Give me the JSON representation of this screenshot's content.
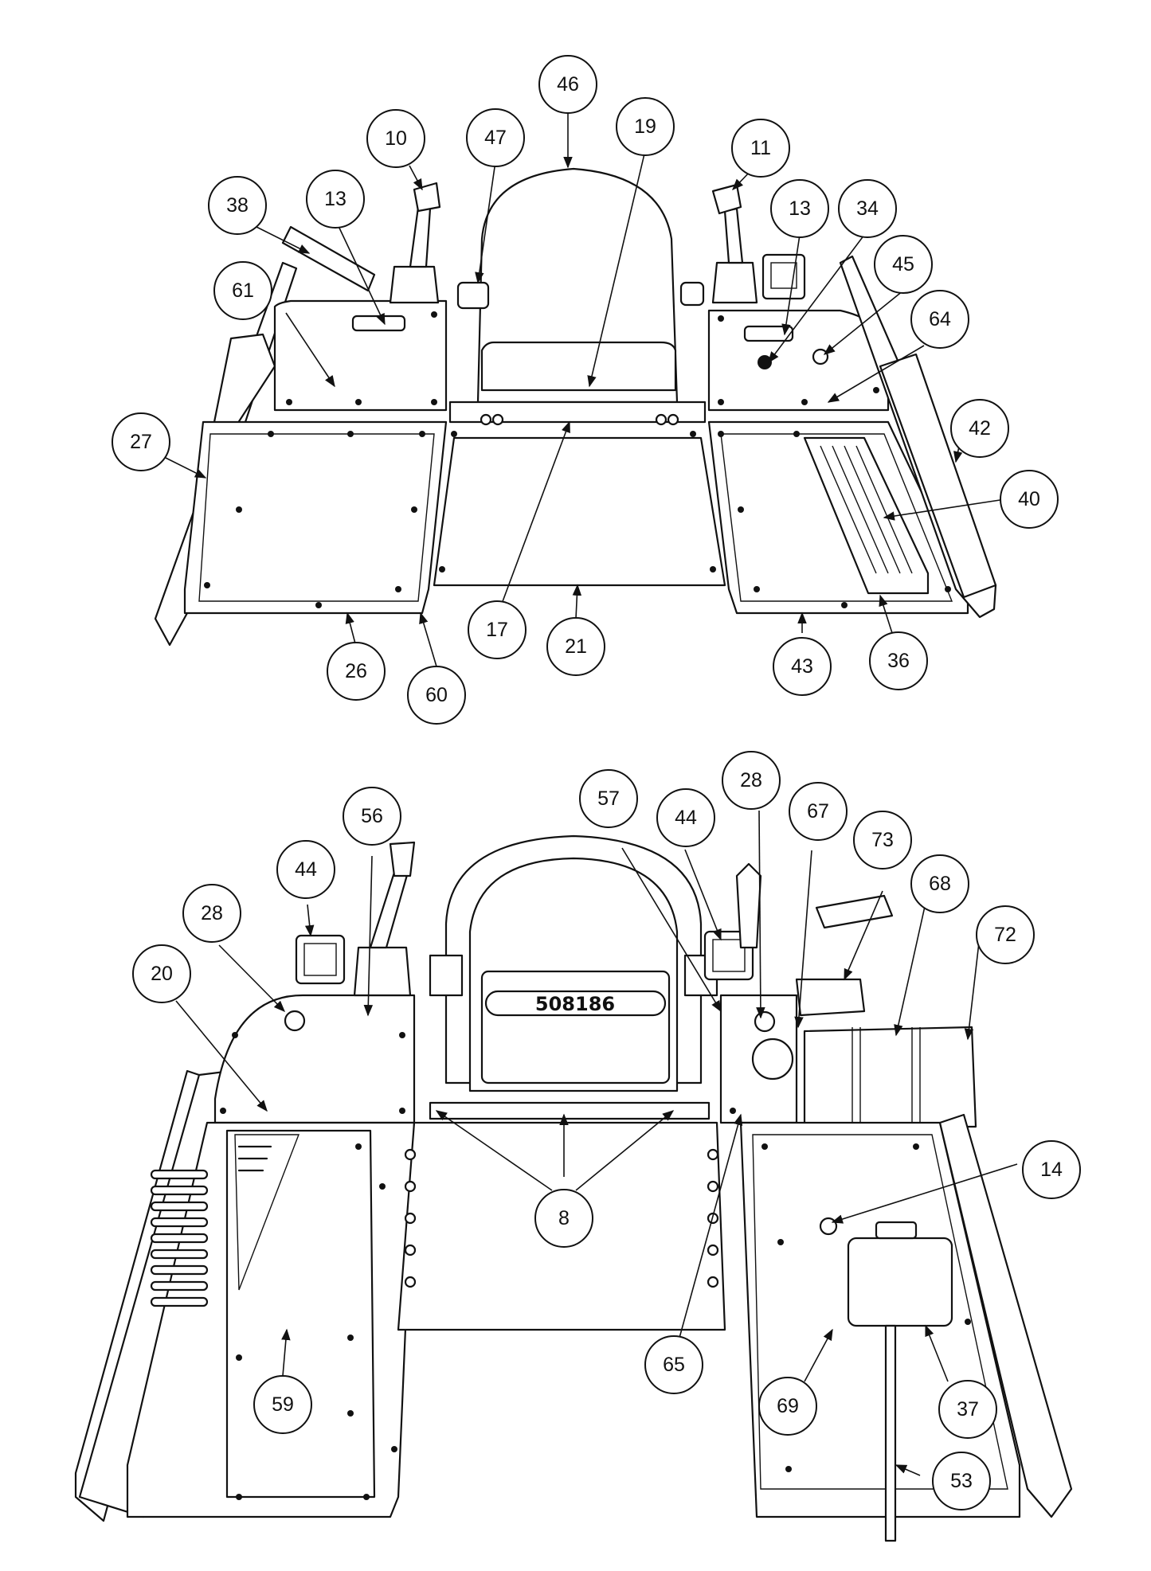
{
  "views": [
    {
      "name": "top-view",
      "callouts": [
        "46",
        "19",
        "47",
        "10",
        "11",
        "13",
        "38",
        "34",
        "45",
        "61",
        "64",
        "27",
        "42",
        "40",
        "17",
        "21",
        "26",
        "60",
        "43",
        "36"
      ]
    },
    {
      "name": "bottom-view",
      "callouts": [
        "57",
        "28",
        "44",
        "56",
        "67",
        "73",
        "68",
        "72",
        "20",
        "14",
        "8",
        "65",
        "59",
        "69",
        "37",
        "53"
      ],
      "seat_stamp": "508186"
    }
  ],
  "callouts": {
    "c46": "46",
    "c19": "19",
    "c47": "47",
    "c10": "10",
    "c11": "11",
    "c13a": "13",
    "c13b": "13",
    "c38": "38",
    "c34": "34",
    "c45": "45",
    "c61": "61",
    "c64": "64",
    "c27": "27",
    "c42": "42",
    "c40": "40",
    "c17": "17",
    "c21": "21",
    "c26": "26",
    "c60": "60",
    "c43": "43",
    "c36": "36",
    "c57": "57",
    "c28a": "28",
    "c28b": "28",
    "c44a": "44",
    "c44b": "44",
    "c56": "56",
    "c67": "67",
    "c73": "73",
    "c68": "68",
    "c72": "72",
    "c20": "20",
    "c14": "14",
    "c8": "8",
    "c65": "65",
    "c59": "59",
    "c69": "69",
    "c37": "37",
    "c53": "53"
  }
}
